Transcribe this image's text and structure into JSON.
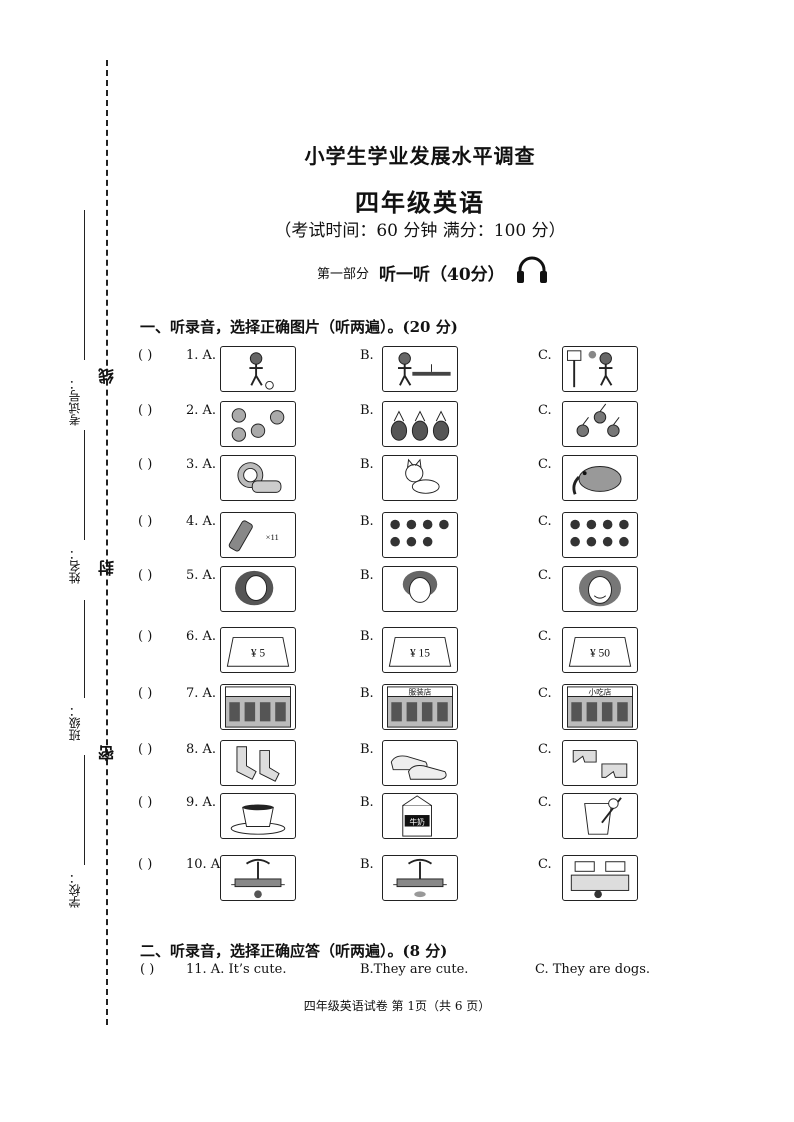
{
  "header": {
    "survey_title": "小学生学业发展水平调查",
    "subject_title": "四年级英语",
    "exam_info": "（考试时间：60 分钟  满分：100 分）"
  },
  "part1": {
    "label": "第一部分",
    "title": "听一听（40分）",
    "icon": "headphones-icon"
  },
  "section1": {
    "title": "一、听录音，选择正确图片（听两遍）。(20 分)",
    "questions": [
      {
        "paren": "(      )",
        "num": "1. A.",
        "b": "B.",
        "c": "C.",
        "pics": [
          "girl-soccer",
          "girl-pingpong",
          "boy-basketball"
        ]
      },
      {
        "paren": "(      )",
        "num": "2. A.",
        "b": "B.",
        "c": "C.",
        "pics": [
          "oranges",
          "pineapples",
          "cherries"
        ]
      },
      {
        "paren": "(      )",
        "num": "3.  A.",
        "b": "B.",
        "c": "C.",
        "pics": [
          "lion",
          "cat",
          "elephant"
        ]
      },
      {
        "paren": "(      )",
        "num": "4. A.",
        "b": "B.",
        "c": "C.",
        "pics": [
          "bottle-x11",
          "seven-cats",
          "eight-cats"
        ]
      },
      {
        "paren": "(      )",
        "num": "5. A.",
        "b": "B.",
        "c": "C.",
        "pics": [
          "woman-long-hair",
          "woman-short-hair",
          "woman-smiling"
        ]
      },
      {
        "paren": "(      )",
        "num": "6. A.",
        "b": "B.",
        "c": "C.",
        "pics": [
          "price-5",
          "price-15",
          "price-50"
        ]
      },
      {
        "paren": "(      )",
        "num": "7. A.",
        "b": "B.",
        "c": "C.",
        "pics": [
          "shop-1",
          "shop-2",
          "shop-3"
        ]
      },
      {
        "paren": "(      )",
        "num": "8. A.",
        "b": "B.",
        "c": "C.",
        "pics": [
          "socks",
          "shoes",
          "shorts"
        ]
      },
      {
        "paren": "(      )",
        "num": "9. A.",
        "b": "B.",
        "c": "C.",
        "pics": [
          "coffee",
          "milk",
          "juice"
        ]
      },
      {
        "paren": "(      )",
        "num": "10. A.",
        "b": "B.",
        "c": "C.",
        "pics": [
          "park-ball",
          "park-tree",
          "kitchen-ball"
        ]
      }
    ],
    "price_texts": [
      "¥ 5",
      "¥ 15",
      "¥ 50"
    ],
    "bottle_text": "×11",
    "shop_signs": [
      "服装店",
      "小吃店"
    ],
    "milk_text": "牛奶"
  },
  "section2": {
    "title": "二、听录音，选择正确应答（听两遍）。(8 分)",
    "q11": {
      "paren": "(      )",
      "a": "11. A. It’s cute.",
      "b": "B.They are cute.",
      "c": "C. They are dogs."
    }
  },
  "sidebar": {
    "exam_no": "考试号：",
    "name": "姓名：",
    "class": "班级：",
    "school": "学校：",
    "seal_chars": [
      "线",
      "封",
      "密"
    ]
  },
  "footer": "四年级英语试卷   第 1页（共 6 页）"
}
